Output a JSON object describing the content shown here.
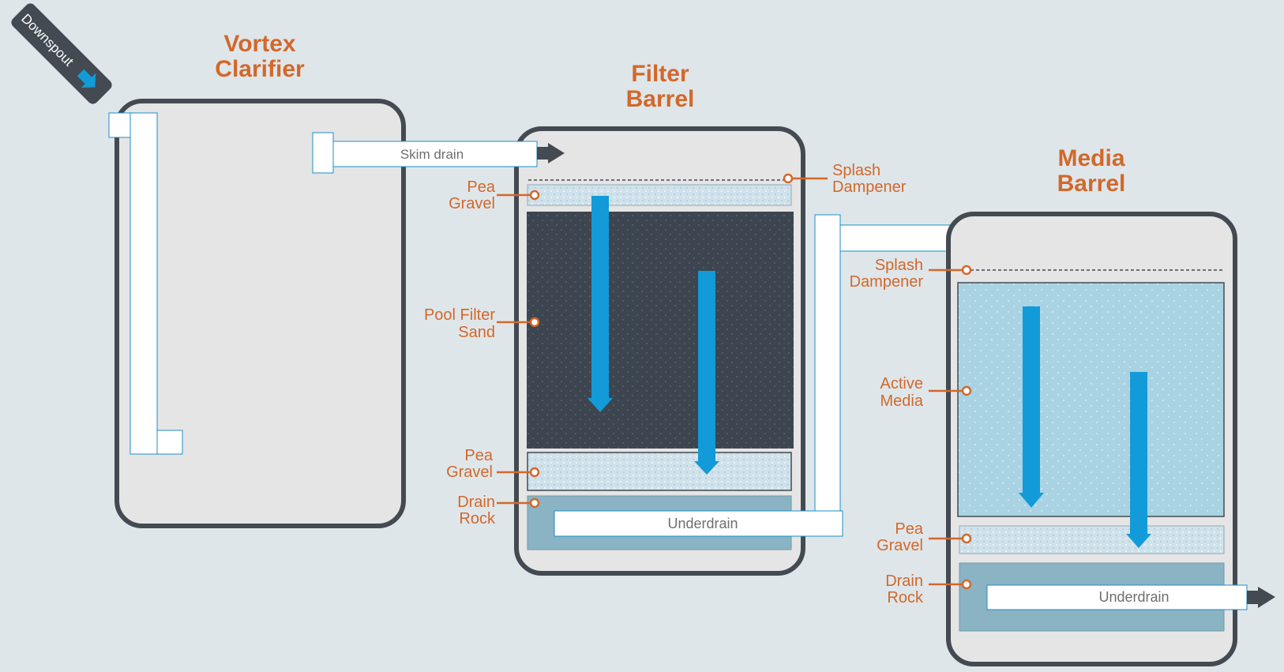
{
  "colors": {
    "background": "#dfe6ea",
    "vessel_fill": "#e5e5e5",
    "vessel_stroke": "#434a52",
    "label_orange": "#d2682a",
    "flow_blue": "#129bd8",
    "gravel": "#cfe1ea",
    "sand": "#3d4650",
    "drain_rock": "#8ab3c3",
    "active_media": "#a9d3e3",
    "pipe_white": "#ffffff",
    "pipe_outline": "#1a8fca"
  },
  "downspout": {
    "label": "Downspout",
    "icon": "arrow-down-right-icon"
  },
  "vortex": {
    "title_line1": "Vortex",
    "title_line2": "Clarifier",
    "skim_drain": "Skim drain"
  },
  "filter": {
    "title_line1": "Filter",
    "title_line2": "Barrel",
    "splash_line1": "Splash",
    "splash_line2": "Dampener",
    "pea_top_line1": "Pea",
    "pea_top_line2": "Gravel",
    "sand_line1": "Pool Filter",
    "sand_line2": "Sand",
    "pea_bottom_line1": "Pea",
    "pea_bottom_line2": "Gravel",
    "drain_line1": "Drain",
    "drain_line2": "Rock",
    "underdrain": "Underdrain"
  },
  "media": {
    "title_line1": "Media",
    "title_line2": "Barrel",
    "splash_line1": "Splash",
    "splash_line2": "Dampener",
    "active_line1": "Active",
    "active_line2": "Media",
    "pea_line1": "Pea",
    "pea_line2": "Gravel",
    "drain_line1": "Drain",
    "drain_line2": "Rock",
    "underdrain": "Underdrain"
  }
}
